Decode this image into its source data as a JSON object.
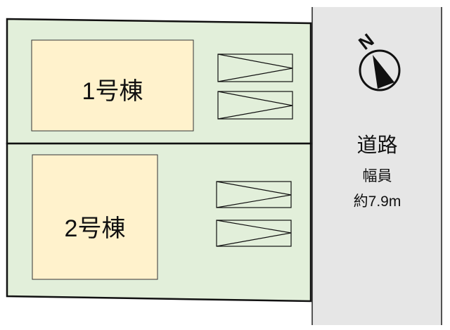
{
  "buildings": [
    {
      "label": "1号棟"
    },
    {
      "label": "2号棟"
    }
  ],
  "road": {
    "label": "道路",
    "width_label": "幅員",
    "width_value": "約7.9m"
  },
  "compass": {
    "letter": "N"
  },
  "colors": {
    "lot": "#e2efda",
    "building": "#fff2cc",
    "road": "#e6e6e6"
  }
}
